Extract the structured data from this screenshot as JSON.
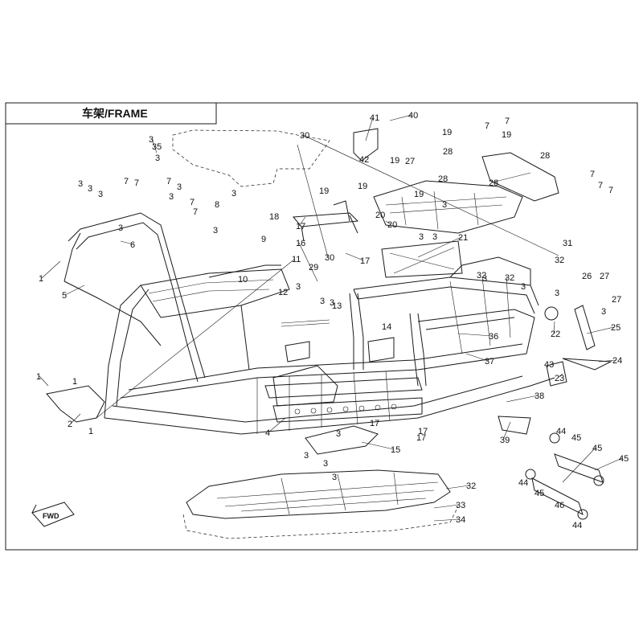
{
  "title": "车架/FRAME",
  "direction_badge": "FWD",
  "callouts": [
    "1",
    "1",
    "1",
    "1",
    "2",
    "3",
    "3",
    "3",
    "3",
    "3",
    "3",
    "3",
    "3",
    "3",
    "3",
    "3",
    "3",
    "3",
    "3",
    "3",
    "3",
    "3",
    "3",
    "3",
    "3",
    "3",
    "3",
    "3",
    "3",
    "4",
    "5",
    "6",
    "7",
    "7",
    "7",
    "7",
    "7",
    "7",
    "7",
    "7",
    "7",
    "7",
    "8",
    "9",
    "10",
    "11",
    "12",
    "13",
    "14",
    "15",
    "16",
    "17",
    "17",
    "17",
    "17",
    "17",
    "18",
    "19",
    "19",
    "19",
    "19",
    "19",
    "19",
    "20",
    "20",
    "21",
    "22",
    "23",
    "24",
    "25",
    "26",
    "27",
    "27",
    "27",
    "28",
    "28",
    "28",
    "28",
    "29",
    "30",
    "30",
    "31",
    "32",
    "32",
    "32",
    "32",
    "33",
    "34",
    "35",
    "36",
    "37",
    "38",
    "39",
    "40",
    "41",
    "42",
    "43",
    "44",
    "44",
    "44",
    "45",
    "45",
    "45",
    "45",
    "46",
    "46"
  ]
}
